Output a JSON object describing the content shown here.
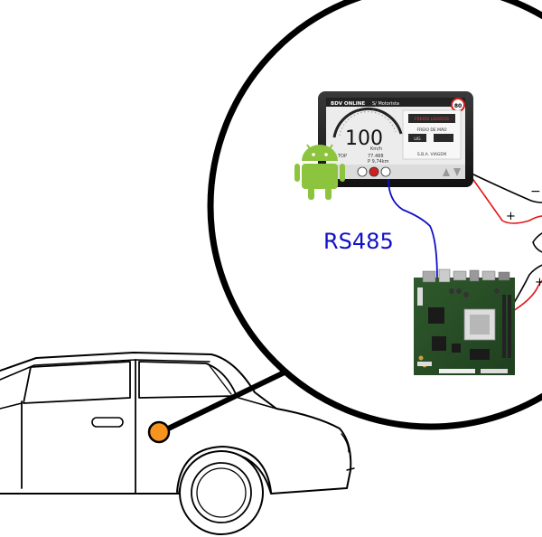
{
  "diagram": {
    "bus_label": "RS485",
    "tablet": {
      "status_left": "BDV ONLINE",
      "status_user": "S/ Motorista",
      "speed_limit": "80",
      "speed_value": "100",
      "speed_unit": "Km/h",
      "stop_label": "TOP",
      "odometer_1": "77.488",
      "odometer_2": "P 9,74km",
      "alert_text": "FREIOS LIGADOS",
      "section_title": "FREIO DE MÃO",
      "btn_left": "LIG",
      "btn_right": "",
      "footer_text": "S.B.A. VIAGEM"
    },
    "polarity_minus": "−",
    "polarity_plus_top": "+",
    "polarity_plus_bottom": "+"
  },
  "colors": {
    "bus_line": "#1010c8",
    "orange_marker": "#f7941d",
    "android_green": "#8cc43e",
    "wire_red": "#e01818"
  }
}
